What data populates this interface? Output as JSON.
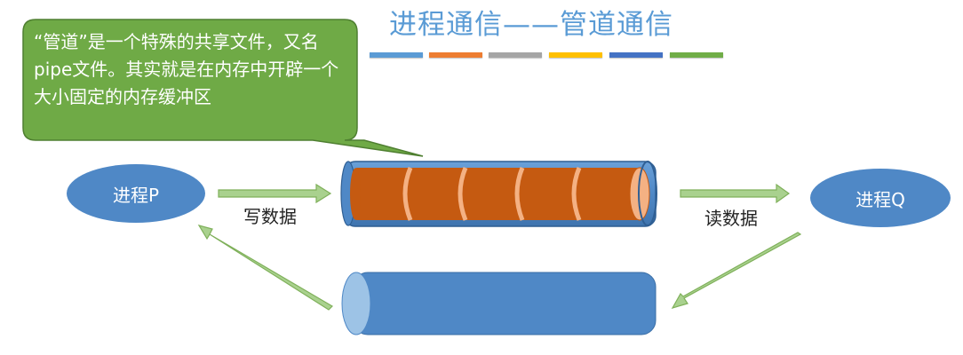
{
  "title": "进程通信——管道通信",
  "accent_bars": [
    "#5b9bd5",
    "#ed7d31",
    "#a5a5a5",
    "#ffc000",
    "#4472c4",
    "#70ad47"
  ],
  "callout": {
    "text": "“管道”是一个特殊的共享文件，又名pipe文件。其实就是在内存中开辟一个大小固定的内存缓冲区",
    "color": "#6faa46"
  },
  "process_p": {
    "label": "进程P"
  },
  "process_q": {
    "label": "进程Q"
  },
  "write_label": "写数据",
  "read_label": "读数据",
  "colors": {
    "process_fill": "#4f88c6",
    "pipe_fill": "#4f88c6",
    "data_fill": "#c55a11",
    "arrow_fill": "#a9d18e"
  }
}
